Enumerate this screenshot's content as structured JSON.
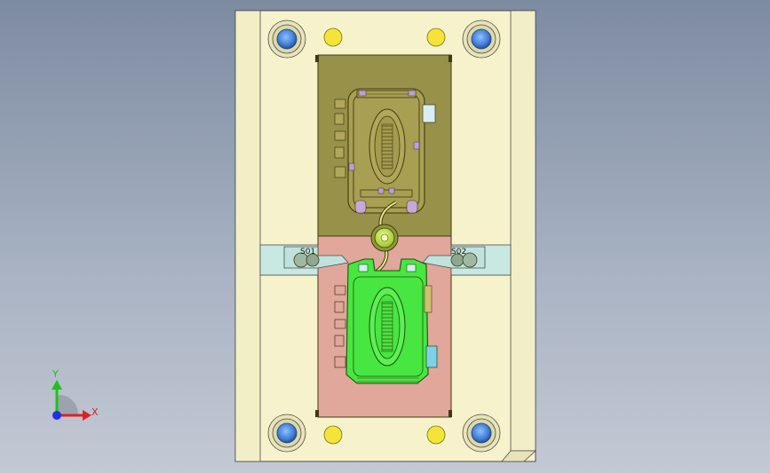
{
  "viewport": {
    "background_top": "#7d8ba1",
    "background_bottom": "#c3c9d4"
  },
  "colors": {
    "plate_fill": "#f6f3cc",
    "plate_edge": "#4c4c4c",
    "cavity_plate": "#98914a",
    "core_plate": "#e0a79a",
    "slider_fill": "#c9e8e2",
    "part_green": "#48e640",
    "part_outline": "#3f3a14",
    "guide_pin_blue": "#3e7cd6",
    "return_pin_yellow": "#f4e43a",
    "axis_x": "#e02020",
    "axis_y": "#20c020",
    "axis_z": "#2030e0"
  },
  "labels": {
    "slider_left": "S01",
    "slider_right": "S02"
  },
  "axes": {
    "x_label": "X",
    "y_label": "Y"
  }
}
